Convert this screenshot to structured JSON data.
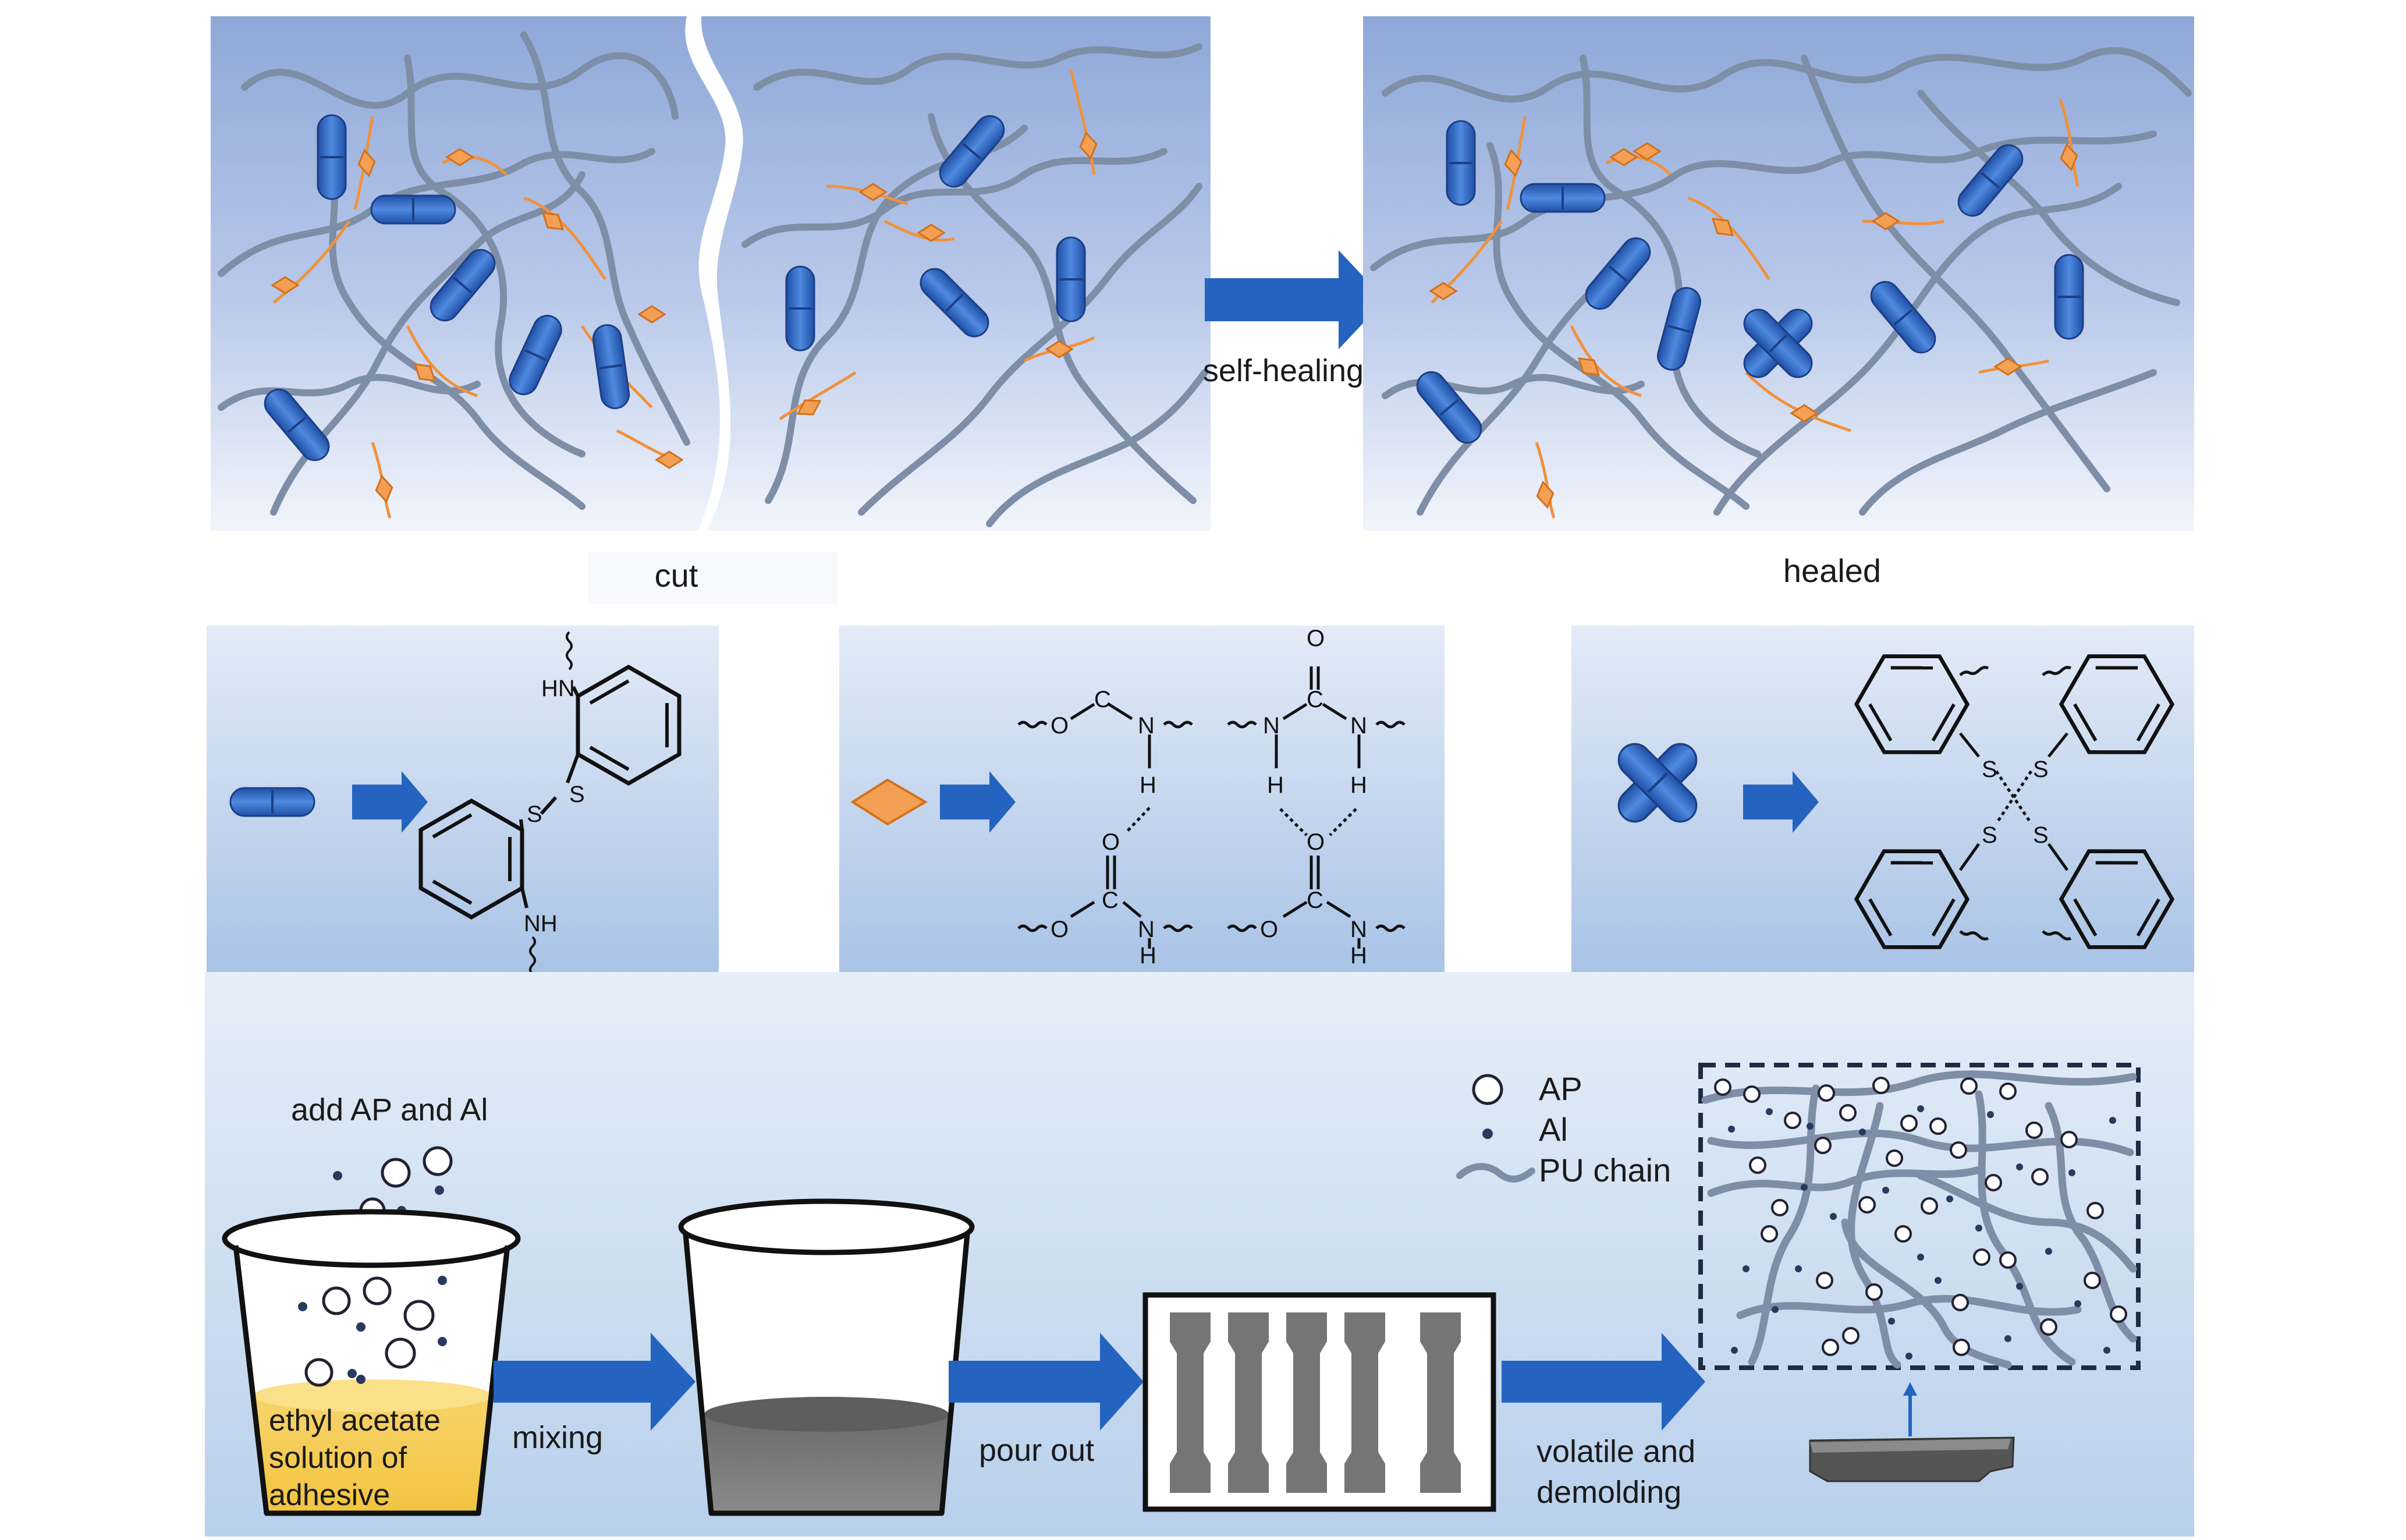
{
  "labels": {
    "cut": "cut",
    "self_healing": "self-healing",
    "healed": "healed",
    "add": "add AP and Al",
    "mixing": "mixing",
    "pour_out": "pour out",
    "volatile_line1": "volatile and",
    "volatile_line2": "demolding",
    "solution_line1": "ethyl acetate",
    "solution_line2": "solution of",
    "solution_line3": "adhesive"
  },
  "legend": {
    "ap": "AP",
    "al": "Al",
    "pu": "PU chain"
  },
  "chem": {
    "hn": "HN",
    "nh": "NH",
    "s": "S",
    "o": "O",
    "c": "C",
    "n": "N",
    "h": "H"
  },
  "colors": {
    "panel_top": "#8fa8d8",
    "panel_bottom": "#e9eff9",
    "chain": "#7d8ea6",
    "rod": "#2f67c4",
    "orange": "#f0923c",
    "arrow": "#2463c0",
    "bottom_bg": "#c9dcf1"
  }
}
